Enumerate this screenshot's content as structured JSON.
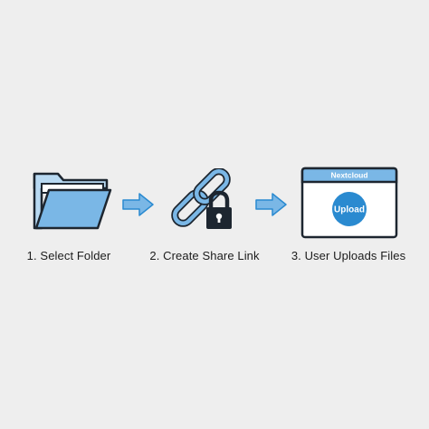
{
  "steps": [
    {
      "label": "1. Select Folder",
      "icon": "folder-icon"
    },
    {
      "label": "2. Create Share Link",
      "icon": "chain-lock-icon"
    },
    {
      "label": "3. User Uploads Files",
      "icon": "upload-window-icon"
    }
  ],
  "window": {
    "title": "Nextcloud",
    "button_label": "Upload"
  },
  "colors": {
    "background": "#eeeeee",
    "light_blue": "#7ab7e6",
    "pale_blue": "#b8d9f2",
    "dark_blue": "#2a8ad0",
    "outline": "#1d2630"
  }
}
